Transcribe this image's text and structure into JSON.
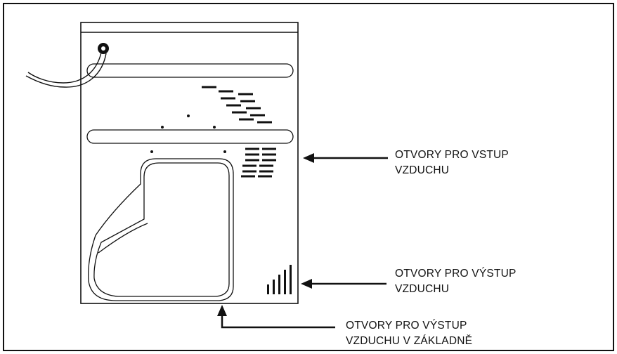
{
  "labels": {
    "air_inlet": {
      "line1": "OTVORY PRO VSTUP",
      "line2": "VZDUCHU"
    },
    "air_outlet": {
      "line1": "OTVORY PRO VÝSTUP",
      "line2": "VZDUCHU"
    },
    "base_outlet": {
      "line1": "OTVORY PRO VÝSTUP",
      "line2": "VZDUCHU V ZÁKLADNĚ"
    }
  },
  "colors": {
    "ink": "#111111",
    "background": "#ffffff"
  }
}
